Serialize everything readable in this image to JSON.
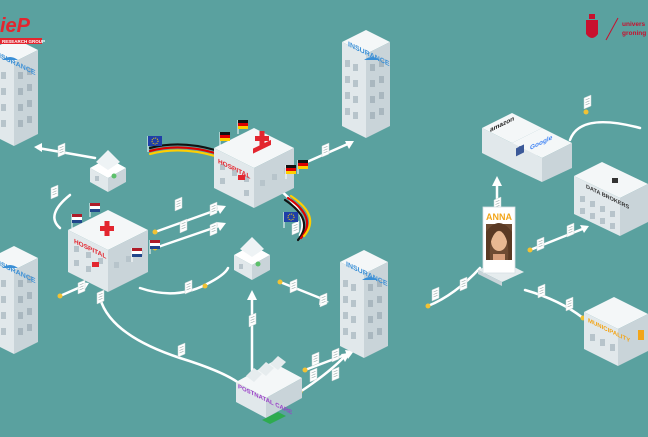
{
  "logos": {
    "left_mark": "ieP",
    "left_group": "RESEARCH GROUP",
    "right_line1": "univers",
    "right_line2": "groning"
  },
  "buildings": {
    "insurance": "INSURANCE",
    "hospital": "HOSPITAL",
    "postnatal_care": "POSTNATAL CARE",
    "data_brokers": "DATA BROKERS",
    "municipality": "MUNICIPALITY",
    "amazon": "amazon",
    "facebook": "f",
    "google": "Google"
  },
  "person": {
    "name": "ANNA"
  },
  "colors": {
    "background": "#5aa19f",
    "path": "#ffffff",
    "red_cross": "#e3262f",
    "postnatal_label": "#9b3fc8",
    "municipality_label": "#f2a51a",
    "eu_flag": "#1f3fa8",
    "eu_star": "#ffd400",
    "insurance_logo": "#3a8fd6"
  }
}
